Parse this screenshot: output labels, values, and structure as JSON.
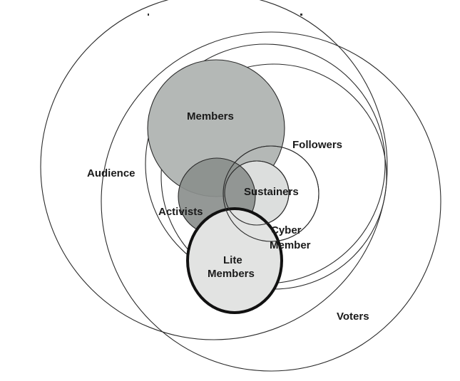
{
  "diagram": {
    "sets": [
      {
        "id": "audience",
        "label": "Audience",
        "shading": "none",
        "fill_color": "none"
      },
      {
        "id": "voters",
        "label": "Voters",
        "shading": "none",
        "fill_color": "none"
      },
      {
        "id": "members",
        "label": "Members",
        "shading": "medium",
        "fill_color": "#b4b8b6"
      },
      {
        "id": "followers",
        "label": "Followers",
        "shading": "none",
        "fill_color": "none"
      },
      {
        "id": "sustainers",
        "label": "Sustainers",
        "shading": "light",
        "fill_color": "#dcdedd"
      },
      {
        "id": "activists",
        "label": "Activists",
        "shading": "dark",
        "fill_color": "#8b8f8d"
      },
      {
        "id": "cyber",
        "label": "Cyber Member",
        "shading": "none",
        "fill_color": "none"
      },
      {
        "id": "lite",
        "label": "Lite Members",
        "shading": "light",
        "fill_color": "#e2e3e2",
        "emphasis": "bold outline"
      }
    ],
    "labels": {
      "audience": "Audience",
      "voters": "Voters",
      "members": "Members",
      "followers": "Followers",
      "sustainers": "Sustainers",
      "activists": "Activists",
      "cyber_line1": "Cyber",
      "cyber_line2": "Member",
      "lite_line1": "Lite",
      "lite_line2": "Members"
    },
    "colors": {
      "outline": "#2a2a2a",
      "text": "#1a1a1a",
      "members_fill": "#b4b8b6",
      "activists_fill": "#8b8f8d",
      "light_fill": "#dcdedd"
    }
  }
}
